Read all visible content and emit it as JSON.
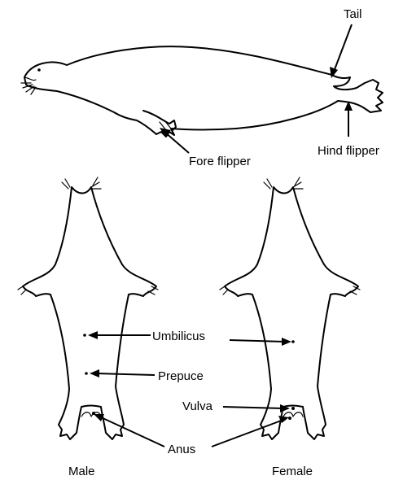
{
  "labels": {
    "tail": "Tail",
    "fore_flipper": "Fore flipper",
    "hind_flipper": "Hind flipper",
    "umbilicus": "Umbilicus",
    "prepuce": "Prepuce",
    "vulva": "Vulva",
    "anus": "Anus",
    "male": "Male",
    "female": "Female"
  }
}
